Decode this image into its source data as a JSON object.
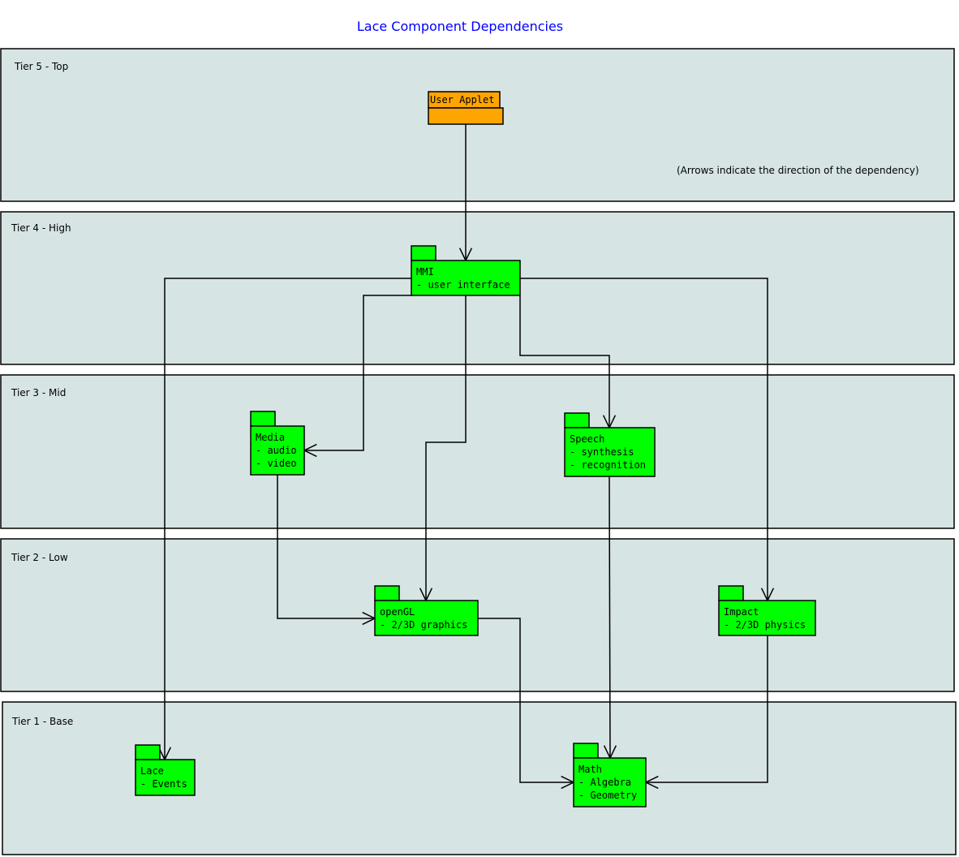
{
  "title": "Lace Component Dependencies",
  "note": "(Arrows indicate the direction of the dependency)",
  "colors": {
    "title": "#0000ff",
    "tier_fill": "#d7e4e4",
    "package_fill": "#00ff00",
    "applet_fill": "#ffa500",
    "stroke": "#000000"
  },
  "tiers": [
    {
      "label": "Tier 5 - Top"
    },
    {
      "label": "Tier 4 - High"
    },
    {
      "label": "Tier 3 - Mid"
    },
    {
      "label": "Tier 2 - Low"
    },
    {
      "label": "Tier 1 - Base"
    }
  ],
  "packages": {
    "applet": {
      "name": "User Applet",
      "lines": []
    },
    "mmi": {
      "name": "MMI",
      "lines": [
        "- user interface"
      ]
    },
    "media": {
      "name": "Media",
      "lines": [
        "- audio",
        "- video"
      ]
    },
    "speech": {
      "name": "Speech",
      "lines": [
        "- synthesis",
        "- recognition"
      ]
    },
    "opengl": {
      "name": "openGL",
      "lines": [
        "- 2/3D graphics"
      ]
    },
    "impact": {
      "name": "Impact",
      "lines": [
        "- 2/3D physics"
      ]
    },
    "lace": {
      "name": "Lace",
      "lines": [
        "- Events"
      ]
    },
    "math": {
      "name": "Math",
      "lines": [
        "- Algebra",
        "- Geometry"
      ]
    }
  },
  "dependencies": [
    {
      "from": "User Applet",
      "to": "MMI"
    },
    {
      "from": "MMI",
      "to": "Lace"
    },
    {
      "from": "MMI",
      "to": "Media"
    },
    {
      "from": "MMI",
      "to": "openGL"
    },
    {
      "from": "MMI",
      "to": "Speech"
    },
    {
      "from": "MMI",
      "to": "Impact"
    },
    {
      "from": "Media",
      "to": "openGL"
    },
    {
      "from": "Speech",
      "to": "Math"
    },
    {
      "from": "openGL",
      "to": "Math"
    },
    {
      "from": "Impact",
      "to": "Math"
    }
  ]
}
